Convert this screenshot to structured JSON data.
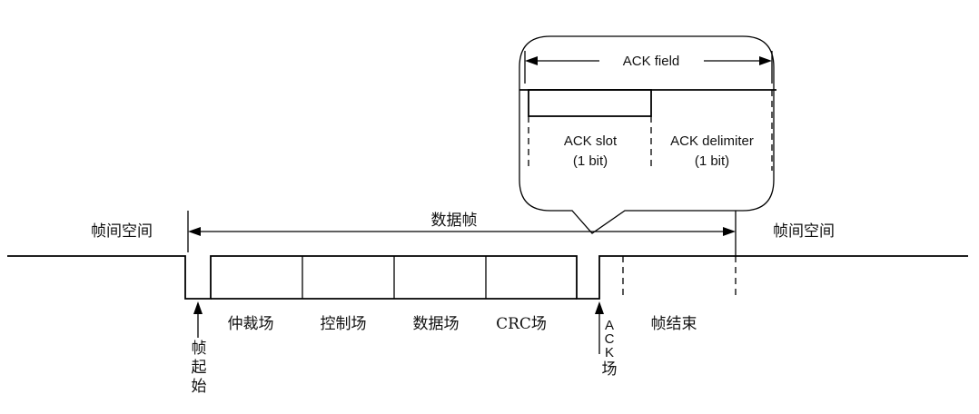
{
  "ack_detail": {
    "field_label": "ACK field",
    "slot_label": "ACK slot",
    "slot_bits": "(1 bit)",
    "delimiter_label": "ACK delimiter",
    "delimiter_bits": "(1 bit)"
  },
  "frame": {
    "interframe_left": "帧间空间",
    "data_frame": "数据帧",
    "interframe_right": "帧间空间",
    "fields": [
      "仲裁场",
      "控制场",
      "数据场",
      "CRC场"
    ],
    "frame_end": "帧结束",
    "sof": [
      "帧",
      "起",
      "始"
    ],
    "ack_field": [
      "A",
      "C",
      "K",
      "场"
    ]
  }
}
